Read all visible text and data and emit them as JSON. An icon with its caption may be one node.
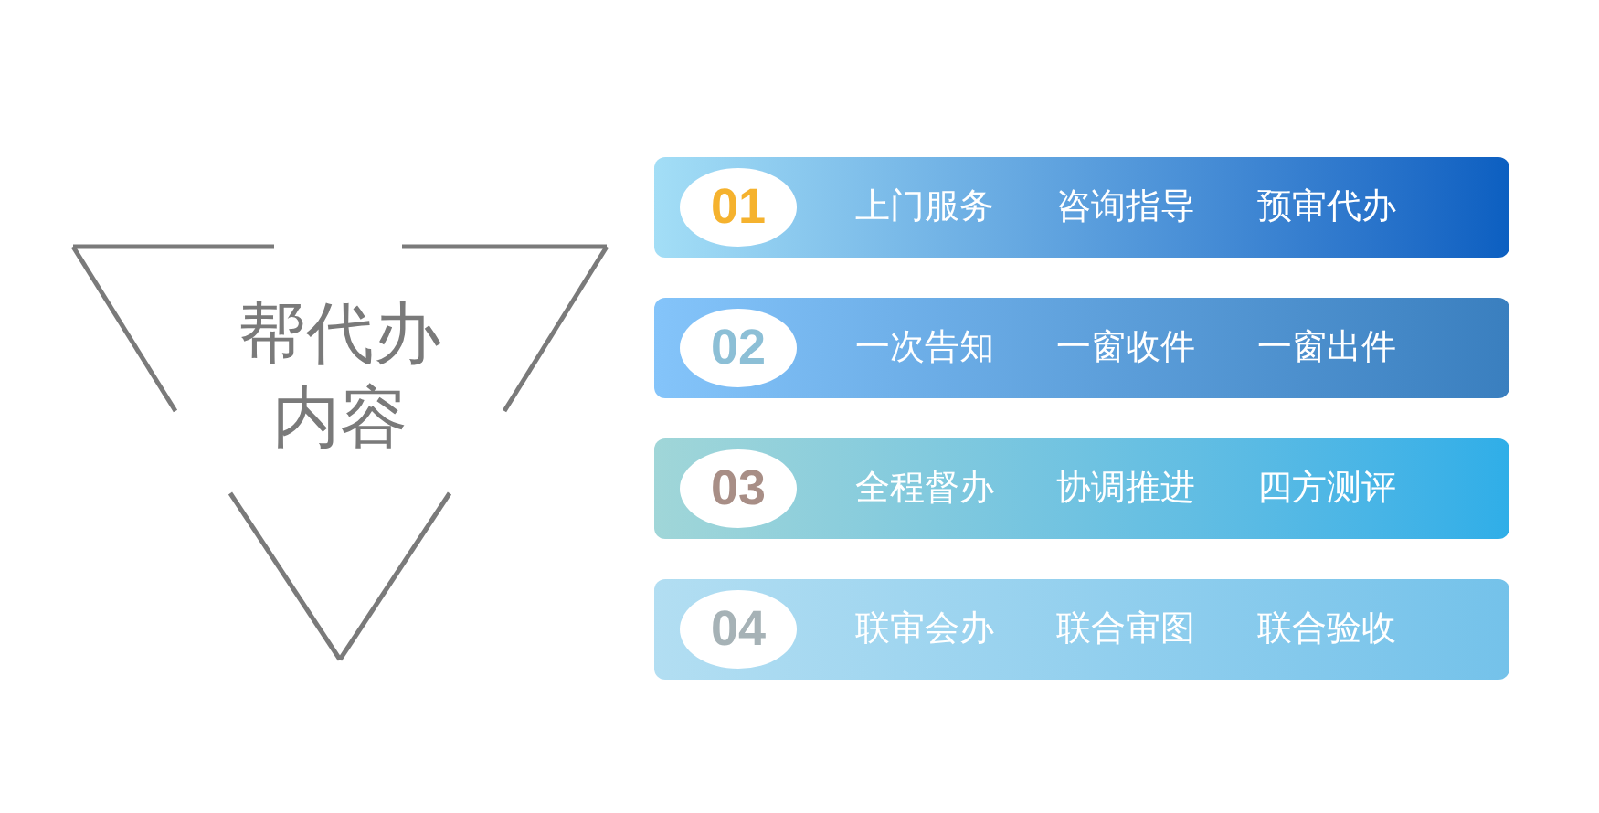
{
  "diagram": {
    "nodes": [
      {
        "text": [
          "帮代办内容"
        ]
      },
      {
        "text": [
          "上门服务",
          "咨询指导",
          "预审代办"
        ]
      },
      {
        "text": [
          "01"
        ],
        "in": 1
      },
      {
        "text": [
          "一次告知",
          "一窗收件",
          "一窗出件"
        ]
      },
      {
        "text": [
          "02"
        ],
        "in": 3
      },
      {
        "text": [
          "全程督办",
          "协调推进",
          "四方测评"
        ]
      },
      {
        "text": [
          "03"
        ],
        "in": 5
      },
      {
        "text": [
          "联审会办",
          "联合审图",
          "联合验收"
        ]
      },
      {
        "text": [
          "04"
        ],
        "in": 7
      }
    ]
  }
}
